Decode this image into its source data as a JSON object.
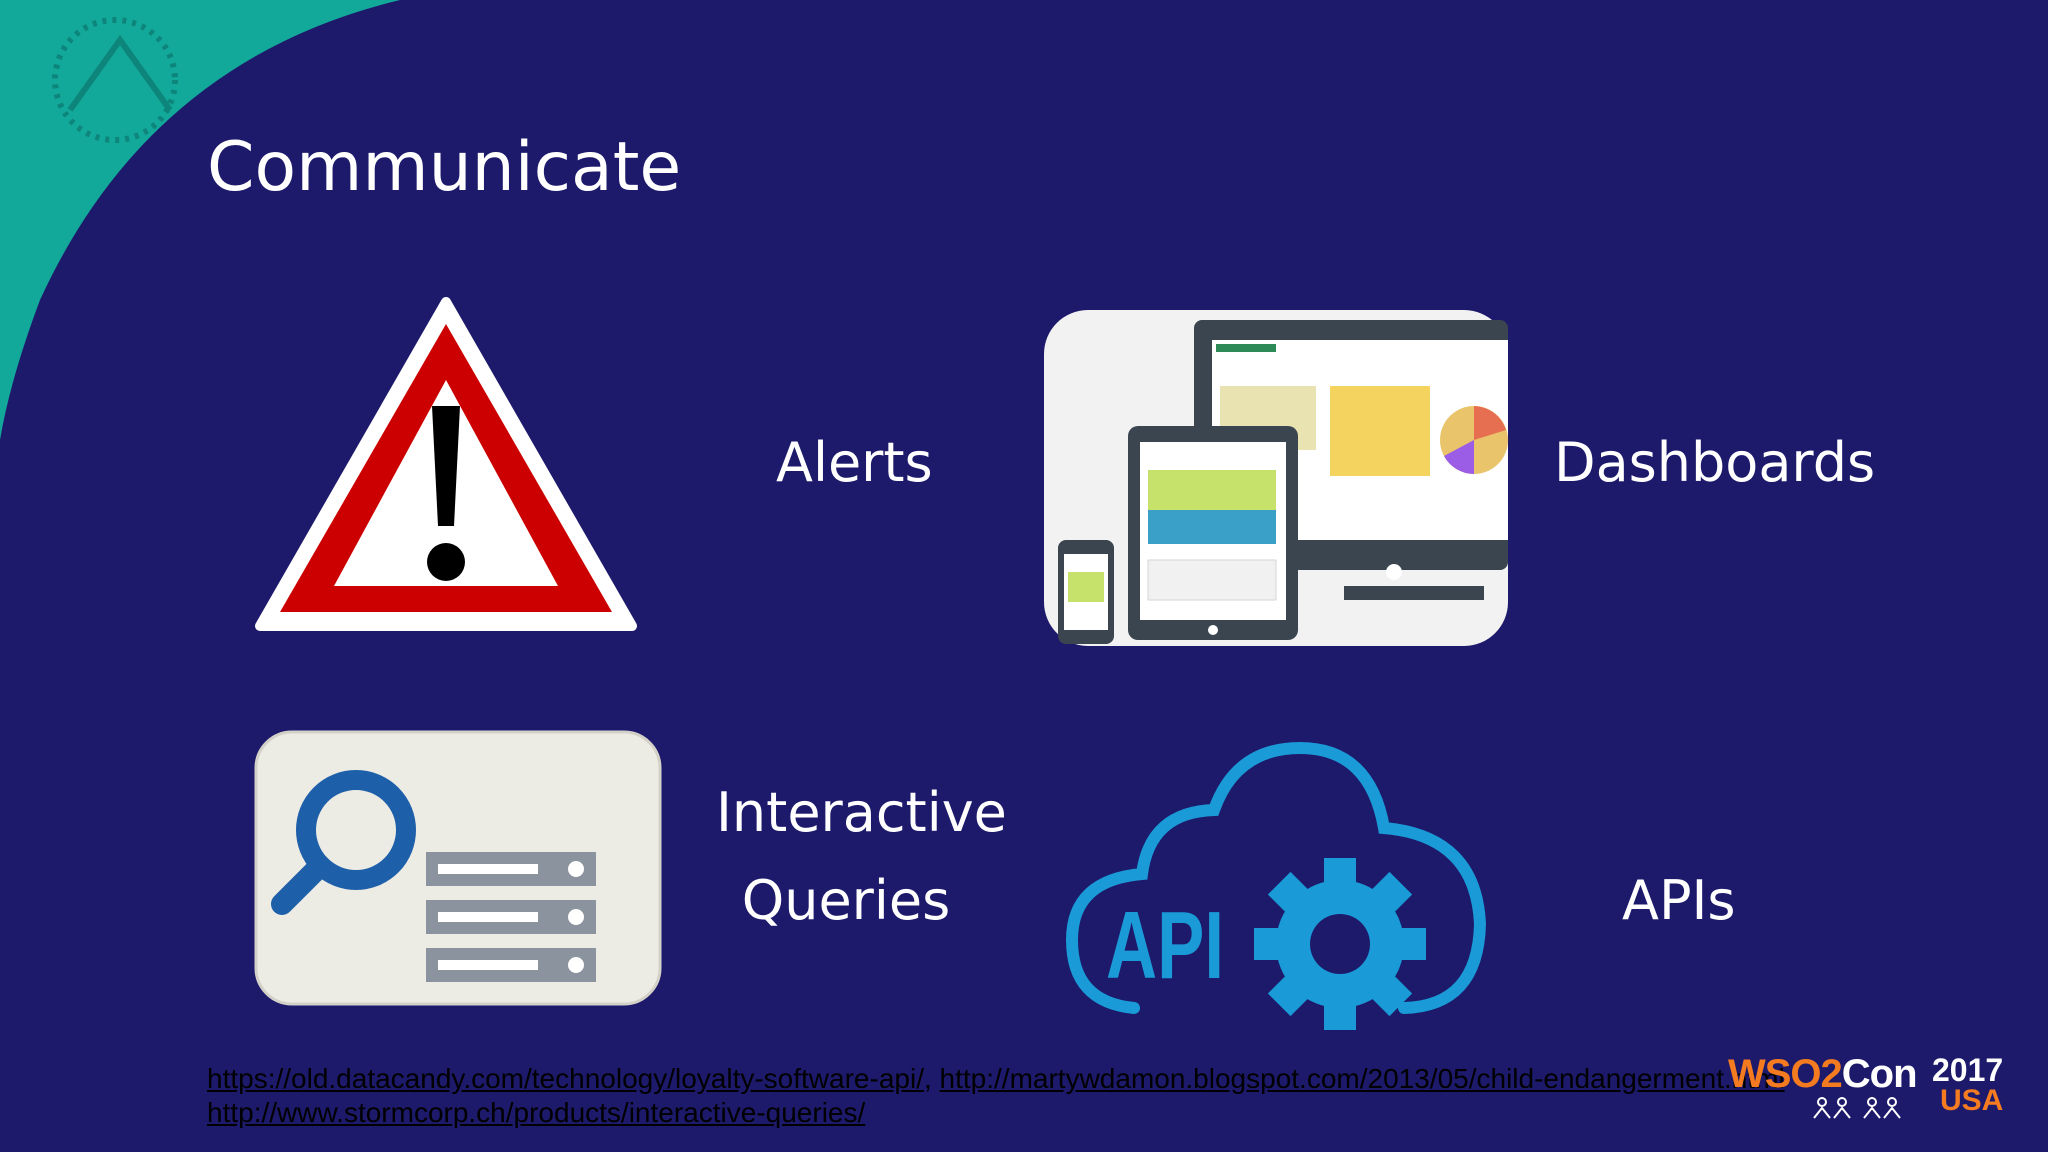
{
  "slide": {
    "title": "Communicate",
    "items": [
      {
        "label": "Alerts",
        "icon": "warning-triangle-icon"
      },
      {
        "label": "Dashboards",
        "icon": "dashboard-devices-icon"
      },
      {
        "label_line1": "Interactive",
        "label_line2": "Queries",
        "icon": "search-database-icon"
      },
      {
        "label": "APIs",
        "icon": "api-cloud-gear-icon",
        "icon_text": "API"
      }
    ],
    "references": {
      "link1": "https://old.datacandy.com/technology/loyalty-software-api/",
      "separator": ", ",
      "link2": "http://martywdamon.blogspot.com/2013/05/child-endangerment.html",
      "link3": "http://www.stormcorp.ch/products/interactive-queries/"
    },
    "branding": {
      "logo_part1": "WSO2",
      "logo_part2": "Con",
      "year": "2017",
      "country": "USA"
    },
    "colors": {
      "background": "#1d1a6b",
      "accent_teal": "#12a89a",
      "alert_red": "#cc0000",
      "api_blue": "#1a9ad6",
      "brand_orange": "#f47b20"
    }
  }
}
